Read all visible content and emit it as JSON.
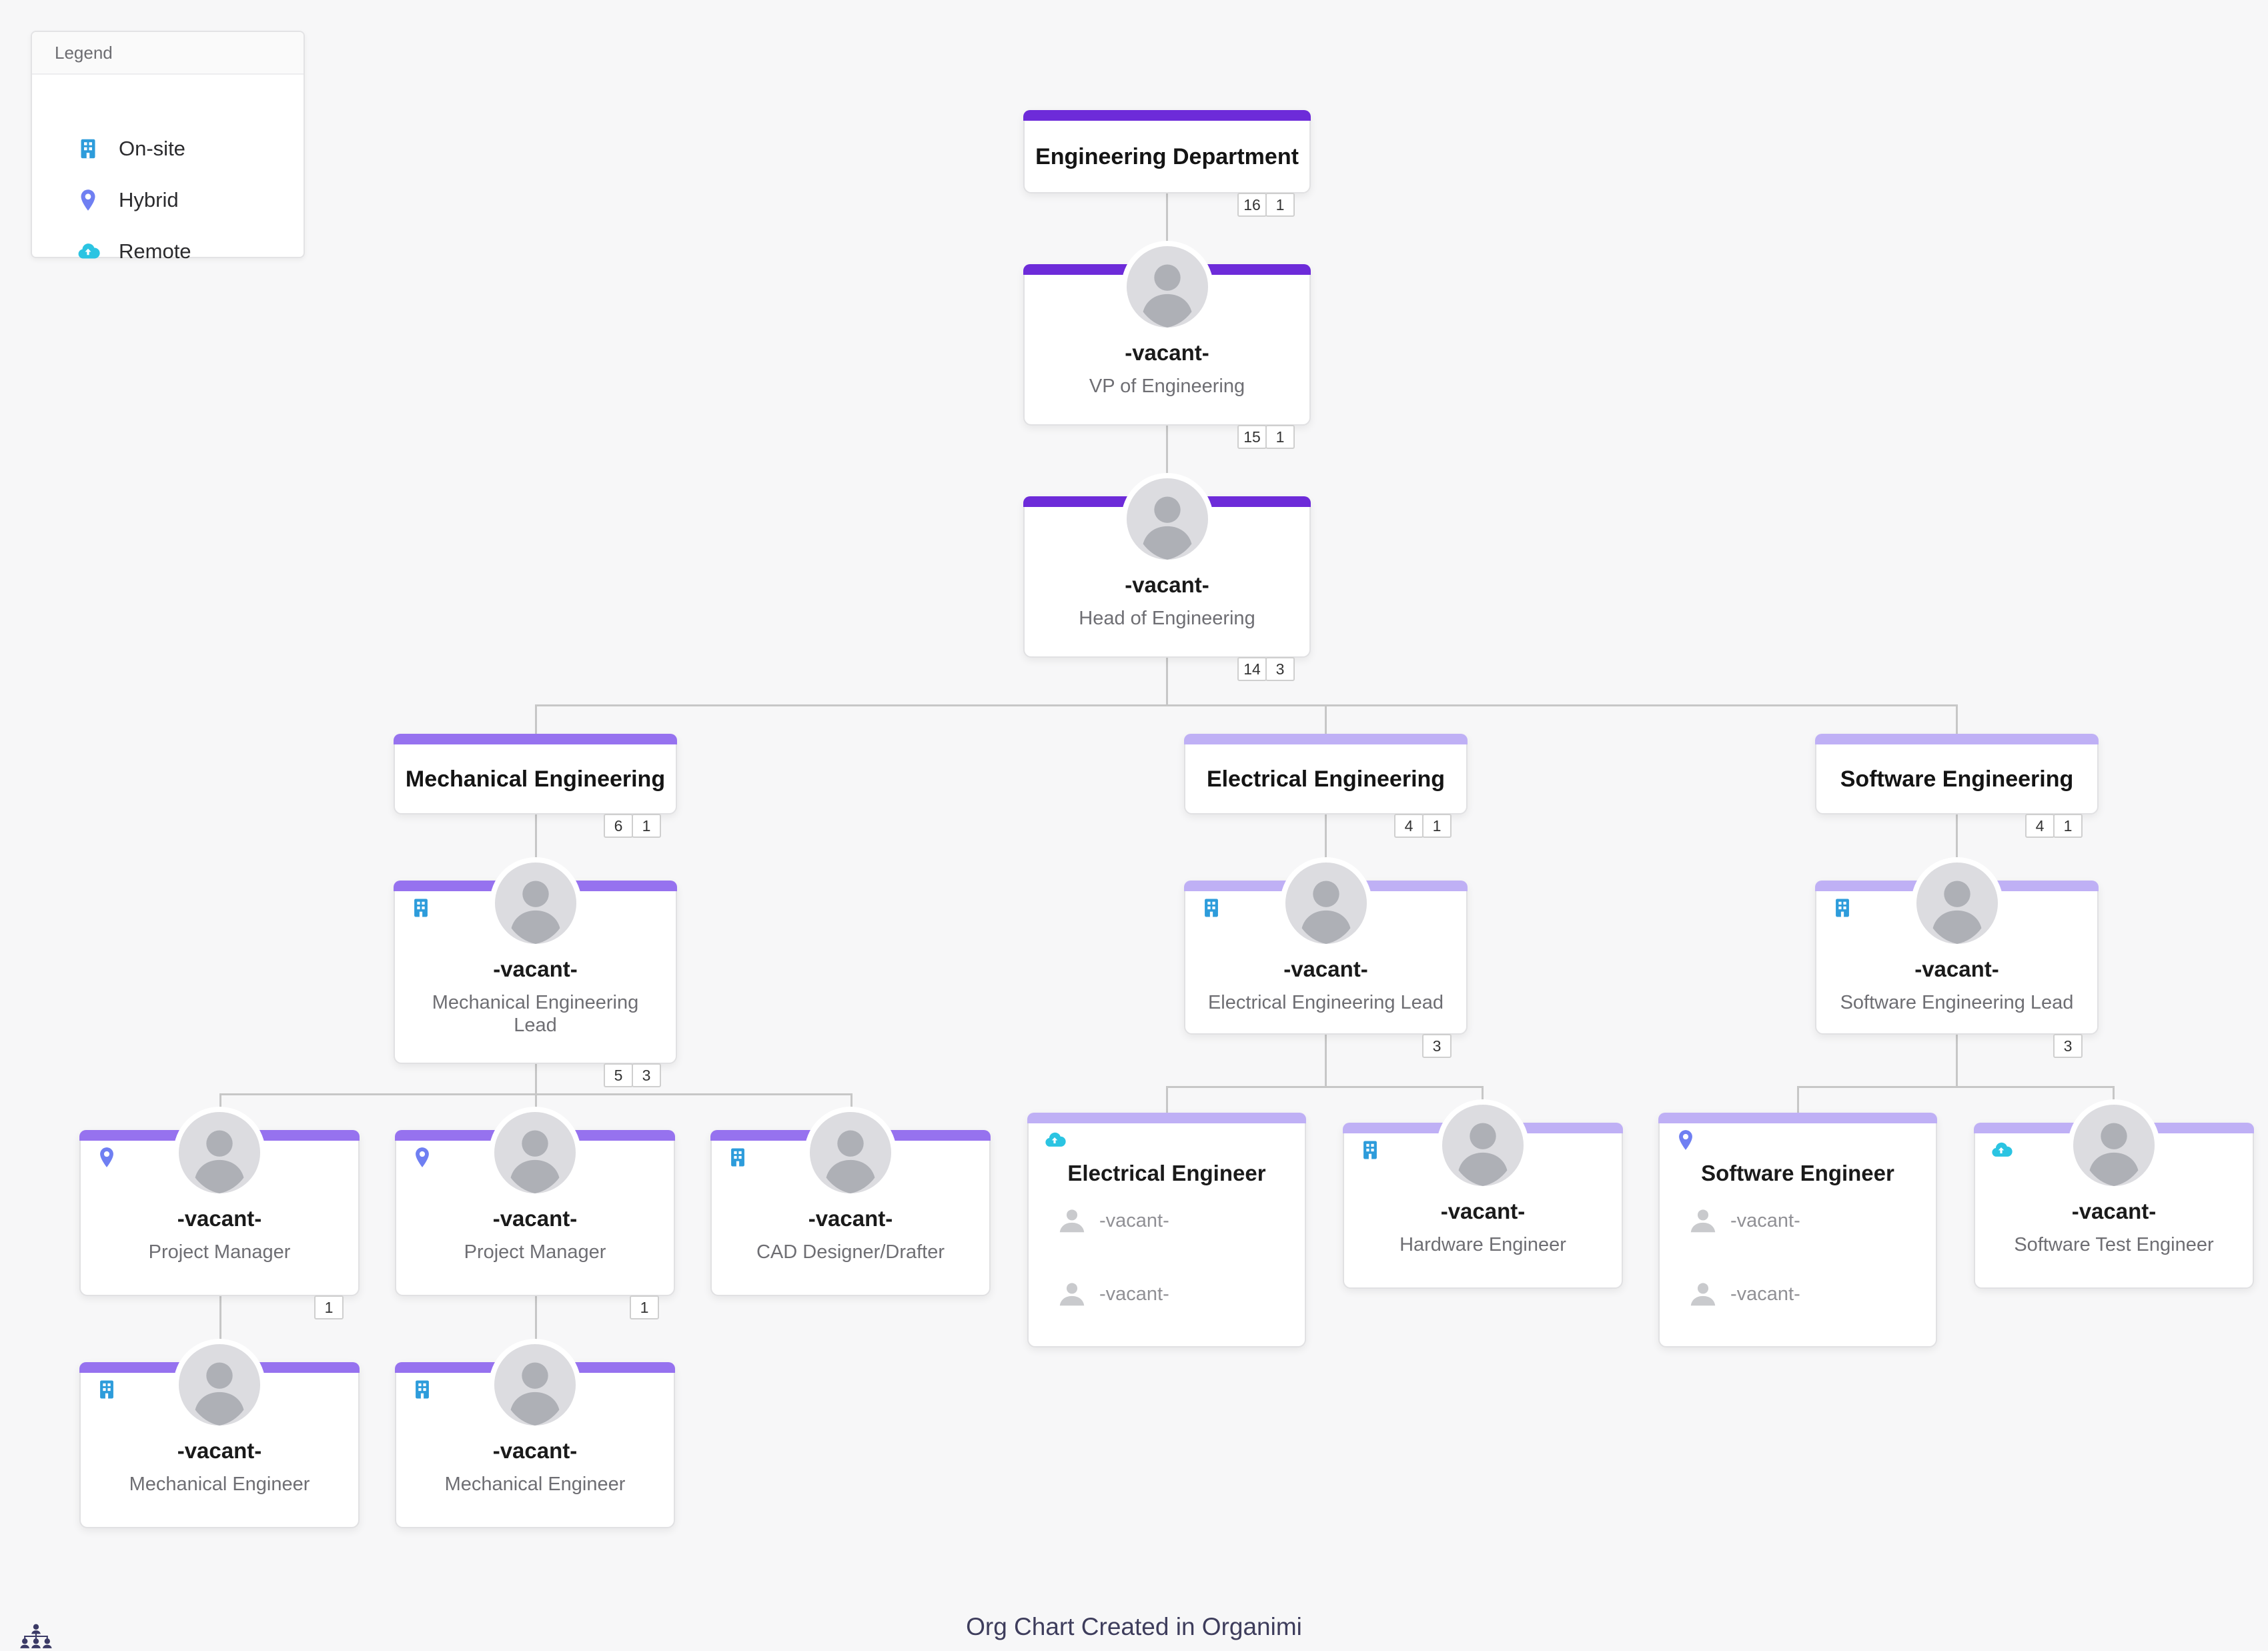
{
  "legend": {
    "title": "Legend",
    "items": [
      {
        "label": "On-site",
        "icon": "building-icon",
        "color": "#2d9cdb"
      },
      {
        "label": "Hybrid",
        "icon": "location-pin-icon",
        "color": "#6f7ff2"
      },
      {
        "label": "Remote",
        "icon": "cloud-icon",
        "color": "#2bc4e2"
      }
    ]
  },
  "colors": {
    "accent_dark_purple": "#6d2bd9",
    "accent_medium_purple": "#9672ef",
    "accent_light_purple": "#bfb0f5",
    "connector_gray": "#c7c7c7",
    "onsite_blue": "#2d9cdb",
    "hybrid_indigo": "#6f7ff2",
    "remote_teal": "#2bc4e2"
  },
  "footer": {
    "credit": "Org Chart Created in Organimi"
  },
  "nodes": {
    "dept_engineering": {
      "title": "Engineering Department",
      "badge": [
        "16",
        "1"
      ]
    },
    "vp_engineering": {
      "name": "-vacant-",
      "role": "VP of Engineering",
      "badge": [
        "15",
        "1"
      ]
    },
    "head_engineering": {
      "name": "-vacant-",
      "role": "Head of Engineering",
      "badge": [
        "14",
        "3"
      ]
    },
    "dept_mechanical": {
      "title": "Mechanical Engineering",
      "badge": [
        "6",
        "1"
      ]
    },
    "dept_electrical": {
      "title": "Electrical Engineering",
      "badge": [
        "4",
        "1"
      ]
    },
    "dept_software": {
      "title": "Software Engineering",
      "badge": [
        "4",
        "1"
      ]
    },
    "mechanical_lead": {
      "name": "-vacant-",
      "role": "Mechanical Engineering Lead",
      "badge": [
        "5",
        "3"
      ],
      "location": "On-site"
    },
    "electrical_lead": {
      "name": "-vacant-",
      "role": "Electrical Engineering Lead",
      "badge": [
        "3"
      ],
      "location": "On-site"
    },
    "software_lead": {
      "name": "-vacant-",
      "role": "Software Engineering Lead",
      "badge": [
        "3"
      ],
      "location": "On-site"
    },
    "project_manager_1": {
      "name": "-vacant-",
      "role": "Project Manager",
      "badge": [
        "1"
      ],
      "location": "Hybrid"
    },
    "project_manager_2": {
      "name": "-vacant-",
      "role": "Project Manager",
      "badge": [
        "1"
      ],
      "location": "Hybrid"
    },
    "cad_designer": {
      "name": "-vacant-",
      "role": "CAD Designer/Drafter",
      "location": "On-site"
    },
    "mechanical_engineer_1": {
      "name": "-vacant-",
      "role": "Mechanical Engineer",
      "location": "On-site"
    },
    "mechanical_engineer_2": {
      "name": "-vacant-",
      "role": "Mechanical Engineer",
      "location": "On-site"
    },
    "electrical_engineers": {
      "title": "Electrical Engineer",
      "location": "Remote",
      "members": [
        "-vacant-",
        "-vacant-"
      ]
    },
    "hardware_engineer": {
      "name": "-vacant-",
      "role": "Hardware Engineer",
      "location": "On-site"
    },
    "software_engineers": {
      "title": "Software Engineer",
      "location": "Hybrid",
      "members": [
        "-vacant-",
        "-vacant-"
      ]
    },
    "software_test_engineer": {
      "name": "-vacant-",
      "role": "Software Test Engineer",
      "location": "Remote"
    }
  }
}
